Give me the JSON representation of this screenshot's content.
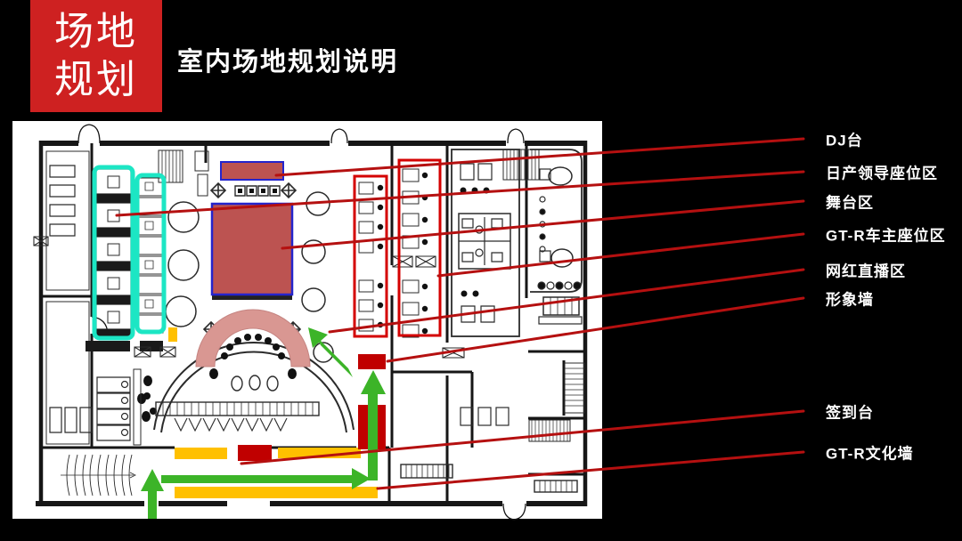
{
  "slide": {
    "badge": {
      "line1": "场地",
      "line2": "规划"
    },
    "title": "室内场地规划说明"
  },
  "annotations": {
    "items": [
      {
        "label": "DJ台"
      },
      {
        "label": "日产领导座位区"
      },
      {
        "label": "舞台区"
      },
      {
        "label": "GT-R车主座位区"
      },
      {
        "label": "网红直播区"
      },
      {
        "label": "形象墙"
      },
      {
        "label": "签到台"
      },
      {
        "label": "GT-R文化墙"
      }
    ]
  },
  "colors": {
    "slide_background": "#000000",
    "badge_red": "#ce2121",
    "annotation_line": "#b51010",
    "label_text": "#ffffff",
    "highlight_cyan": "#1ce6c4",
    "highlight_red_outline": "#d40000",
    "stage_fill": "#bc5351",
    "stage_border": "#2424cc",
    "arch_pink": "#d99792",
    "route_green": "#3cb428",
    "culture_wall_yellow": "#ffc000",
    "marker_red": "#c00000"
  }
}
